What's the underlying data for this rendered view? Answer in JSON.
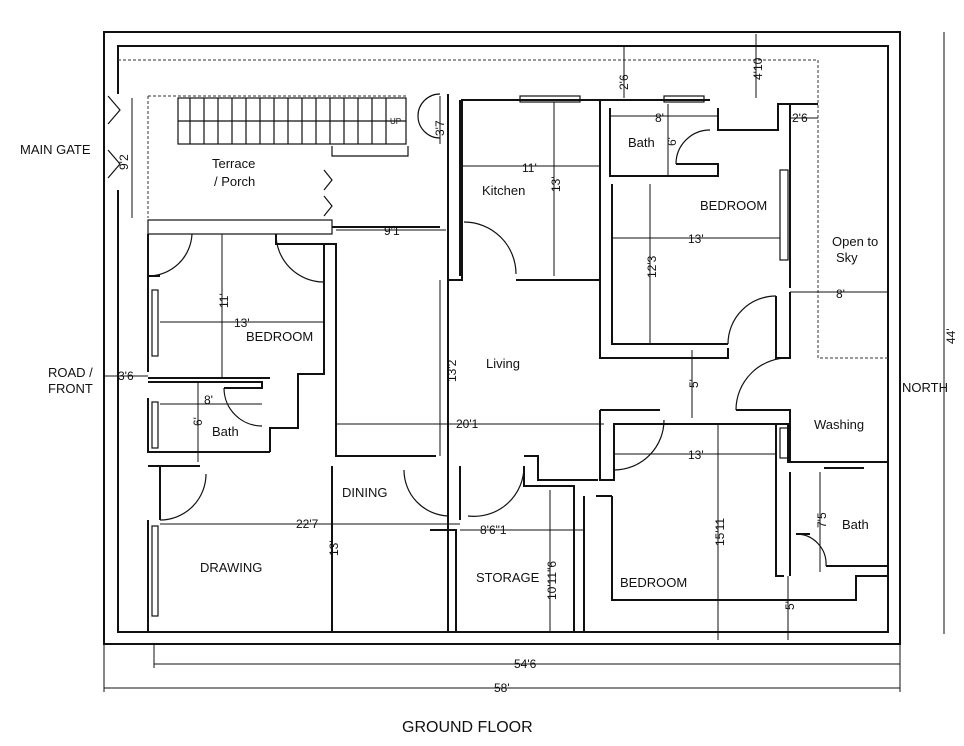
{
  "title": "GROUND FLOOR",
  "compass": "NORTH",
  "side_labels": {
    "main_gate": "MAIN GATE",
    "road_line1": "ROAD /",
    "road_line2": "FRONT"
  },
  "rooms": {
    "terrace_line1": "Terrace",
    "terrace_line2": "/ Porch",
    "kitchen": "Kitchen",
    "bath_top": "Bath",
    "bedroom_top_right": "BEDROOM",
    "open_sky_line1": "Open to",
    "open_sky_line2": "Sky",
    "bedroom_left": "BEDROOM",
    "living": "Living",
    "bath_left": "Bath",
    "washing": "Washing",
    "dining": "DINING",
    "drawing": "DRAWING",
    "storage": "STORAGE",
    "bedroom_bottom": "BEDROOM",
    "bath_right": "Bath"
  },
  "stair_label": "UP",
  "dimensions": {
    "d_4_10": "4'10",
    "d_2_6_top": "2'6",
    "d_8_bath": "8'",
    "d_6_bath": "6'",
    "d_2_6_right": "2'6",
    "d_3_7": "3'7",
    "d_9_2": "9'2",
    "d_11_kitchen": "11'",
    "d_13_kitchen": "13'",
    "d_9_1": "9'1",
    "d_13_bedroom_tr": "13'",
    "d_12_3": "12'3",
    "d_8_open": "8'",
    "d_44": "44'",
    "d_11_bedroom_l": "11'",
    "d_13_bedroom_l": "13'",
    "d_3_6": "3'6",
    "d_13_2": "13'2",
    "d_8_bath_l": "8'",
    "d_6_bath_l": "6'",
    "d_5_mid": "5'",
    "d_20_1": "20'1",
    "d_13_bedroom_b": "13'",
    "d_22_7": "22'7",
    "d_8_6_1": "8'6\"1",
    "d_10_11_6": "10'11\"6",
    "d_7_5": "7'5",
    "d_13_drawing": "13'",
    "d_15_11": "15'11",
    "d_5_bottom": "5'",
    "d_54_6": "54'6",
    "d_58": "58'"
  }
}
